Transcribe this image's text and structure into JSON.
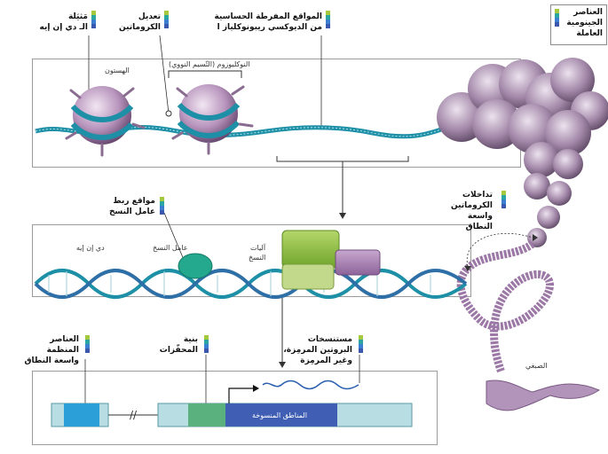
{
  "legend": {
    "title": "العناصر الجينومية العاملة",
    "lines": [
      "العناصر",
      "الجينومية",
      "العاملة"
    ]
  },
  "colors": {
    "bar1": "#a5c93c",
    "bar2": "#2aa6a2",
    "bar3": "#3a7fd0",
    "bar4": "#3c58ae",
    "dna": "#1d8fa6",
    "histone": "#b08ab3",
    "tf": "#24a98e",
    "machine_green": "#8bbf3a",
    "machine_purple": "#a07bb0",
    "chrom": "#a07baa"
  },
  "top_labels": {
    "methylation": [
      "مَثيَلة",
      "الـ دي إن إيه"
    ],
    "chromatin_mod": [
      "تعديل",
      "الكروماتين"
    ],
    "dnase": [
      "المواقع المفرطة الحساسية",
      "من الديوكسي ريبونوكلياز ا"
    ]
  },
  "panel1": {
    "histone": "الهستون",
    "nucleosome": "النوكليوزوم (التّسيم النووي)"
  },
  "right": {
    "interactions": [
      "تداخلات",
      "الكروماتين",
      "واسعة",
      "النطاق"
    ],
    "chromosome": "الصبغي"
  },
  "panel2": {
    "tf_sites": [
      "مواقع ربط",
      "عامل النسخ"
    ],
    "dna": "دي إن إيه",
    "tf": "عامل النسخ",
    "machinery": [
      "آليات",
      "النسخ"
    ]
  },
  "panel3": {
    "regulatory": [
      "العناصر",
      "المنظمة",
      "واسعة النطاق"
    ],
    "promoter": [
      "بنية",
      "المحفّزات"
    ],
    "transcripts": [
      "مستنسخات",
      "البروتين المرمِزة،",
      "وغير المرمِزة"
    ],
    "coding": "المناطق المنسوخة"
  }
}
